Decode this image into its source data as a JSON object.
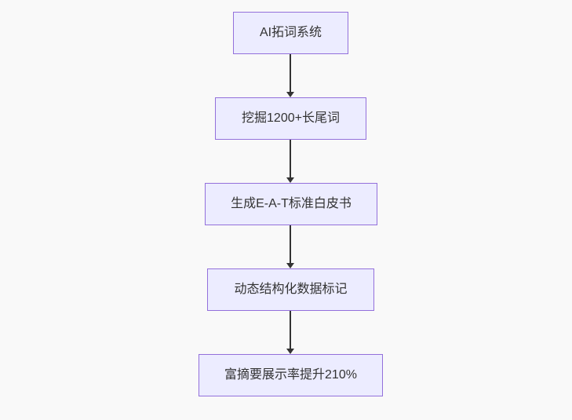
{
  "diagram": {
    "type": "flowchart",
    "direction": "top-down",
    "nodes": [
      {
        "label": "AI拓词系统"
      },
      {
        "label": "挖掘1200+长尾词"
      },
      {
        "label": "生成E-A-T标准白皮书"
      },
      {
        "label": "动态结构化数据标记"
      },
      {
        "label": "富摘要展示率提升210%"
      }
    ],
    "edges": [
      {
        "from": 0,
        "to": 1
      },
      {
        "from": 1,
        "to": 2
      },
      {
        "from": 2,
        "to": 3
      },
      {
        "from": 3,
        "to": 4
      }
    ]
  },
  "colors": {
    "background": "#F9F9F9",
    "node_fill": "#ECECFF",
    "node_border": "#9370DB",
    "node_text": "#333333",
    "edge": "#333333"
  }
}
